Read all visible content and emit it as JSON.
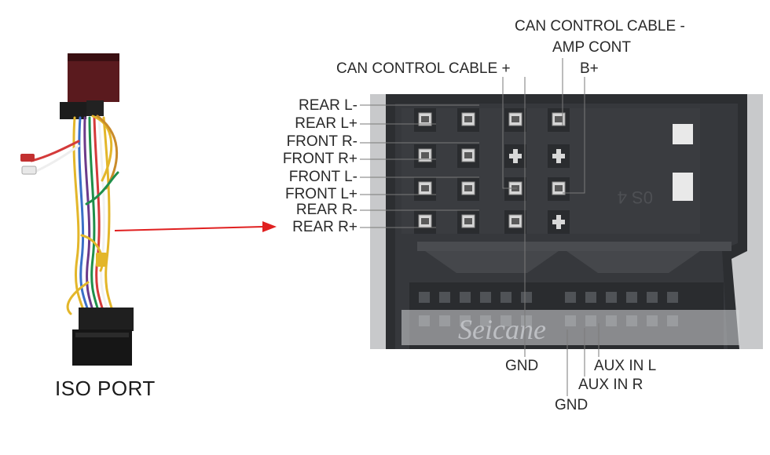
{
  "left_panel": {
    "caption": "ISO PORT"
  },
  "connector": {
    "watermark": "Seicane",
    "engraving": "0S 4"
  },
  "pin_labels_left": [
    {
      "text": "REAR L-"
    },
    {
      "text": "REAR L+"
    },
    {
      "text": "FRONT R-"
    },
    {
      "text": "FRONT R+"
    },
    {
      "text": "FRONT L-"
    },
    {
      "text": "FRONT L+"
    },
    {
      "text": "REAR R-"
    },
    {
      "text": "REAR R+"
    }
  ],
  "pin_labels_top": [
    {
      "text": "CAN CONTROL CABLE -"
    },
    {
      "text": "AMP CONT"
    },
    {
      "text": "CAN CONTROL CABLE +"
    },
    {
      "text": "B+"
    }
  ],
  "pin_labels_bottom": [
    {
      "text": "GND"
    },
    {
      "text": "AUX IN L"
    },
    {
      "text": "AUX IN R"
    },
    {
      "text": "GND"
    }
  ],
  "colors": {
    "arrow": "#e02020",
    "leader_line": "#7a7a7a",
    "connector_body": "#2e3033",
    "label_text": "#2a2a2a"
  }
}
